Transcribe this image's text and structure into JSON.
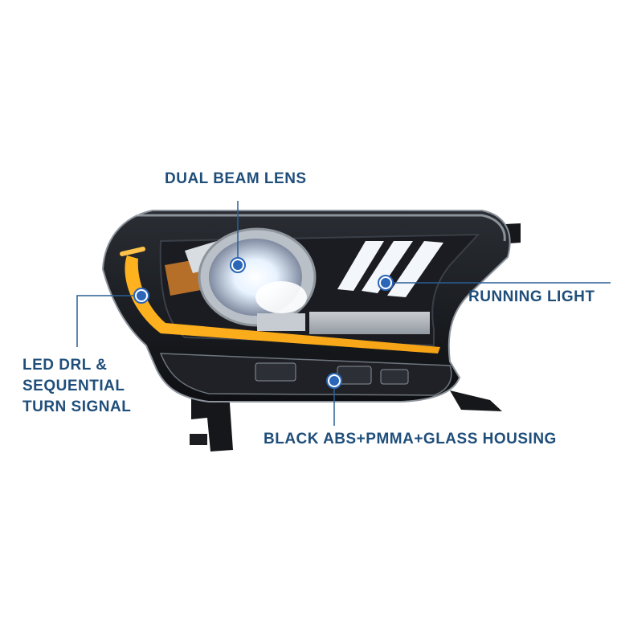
{
  "callouts": {
    "dual_beam_lens": "DUAL BEAM LENS",
    "running_light": "RUNNING LIGHT",
    "led_drl": [
      "LED DRL &",
      "SEQUENTIAL",
      "TURN SIGNAL"
    ],
    "housing": "BLACK ABS+PMMA+GLASS HOUSING"
  },
  "colors": {
    "label": "#1f4e7a",
    "leader_line": "#2a5f95",
    "drl_amber": "#f2a81a",
    "housing_black": "#16181c",
    "chrome": "#c9cdd3",
    "marker": "#2b66b8"
  }
}
